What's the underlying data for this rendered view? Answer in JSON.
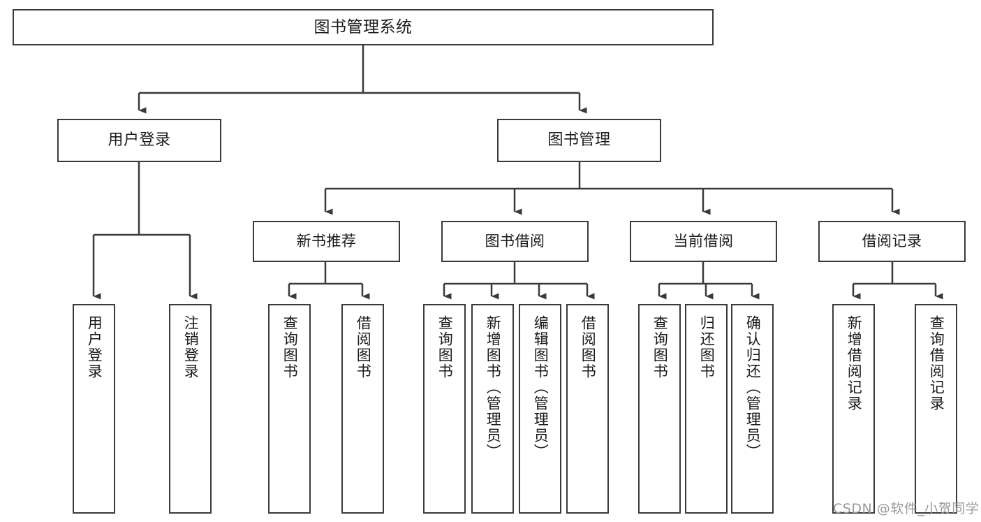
{
  "diagram": {
    "type": "tree-hierarchy",
    "title": "图书管理系统",
    "root": {
      "label": "图书管理系统",
      "id": "root"
    },
    "level2": [
      {
        "id": "user-login",
        "label": "用户登录"
      },
      {
        "id": "book-manage",
        "label": "图书管理"
      }
    ],
    "level3": [
      {
        "id": "new-book-recommend",
        "label": "新书推荐",
        "parent": "book-manage"
      },
      {
        "id": "book-borrow",
        "label": "图书借阅",
        "parent": "book-manage"
      },
      {
        "id": "current-borrow",
        "label": "当前借阅",
        "parent": "book-manage"
      },
      {
        "id": "borrow-record",
        "label": "借阅记录",
        "parent": "book-manage"
      }
    ],
    "leaves": [
      {
        "id": "leaf-user-login",
        "label": "用户登录",
        "parent": "user-login"
      },
      {
        "id": "leaf-logout-login",
        "label": "注销登录",
        "parent": "user-login"
      },
      {
        "id": "leaf-query-book-1",
        "label": "查询图书",
        "parent": "new-book-recommend"
      },
      {
        "id": "leaf-borrow-book-1",
        "label": "借阅图书",
        "parent": "new-book-recommend"
      },
      {
        "id": "leaf-query-book-2",
        "label": "查询图书",
        "parent": "book-borrow"
      },
      {
        "id": "leaf-add-book",
        "label": "新增图书（管理员）",
        "parent": "book-borrow"
      },
      {
        "id": "leaf-edit-book",
        "label": "编辑图书（管理员）",
        "parent": "book-borrow"
      },
      {
        "id": "leaf-borrow-book-2",
        "label": "借阅图书",
        "parent": "book-borrow"
      },
      {
        "id": "leaf-query-book-3",
        "label": "查询图书",
        "parent": "current-borrow"
      },
      {
        "id": "leaf-return-book",
        "label": "归还图书",
        "parent": "current-borrow"
      },
      {
        "id": "leaf-confirm-return",
        "label": "确认归还（管理员）",
        "parent": "current-borrow"
      },
      {
        "id": "leaf-add-record",
        "label": "新增借阅记录",
        "parent": "borrow-record"
      },
      {
        "id": "leaf-query-record",
        "label": "查询借阅记录",
        "parent": "borrow-record"
      }
    ]
  },
  "watermark": {
    "text": "CSDN @软件_小贺同学"
  },
  "colors": {
    "stroke": "#3a3a3a",
    "text": "#1a1a1a",
    "background": "#ffffff",
    "watermark": "#9a9a9a"
  }
}
